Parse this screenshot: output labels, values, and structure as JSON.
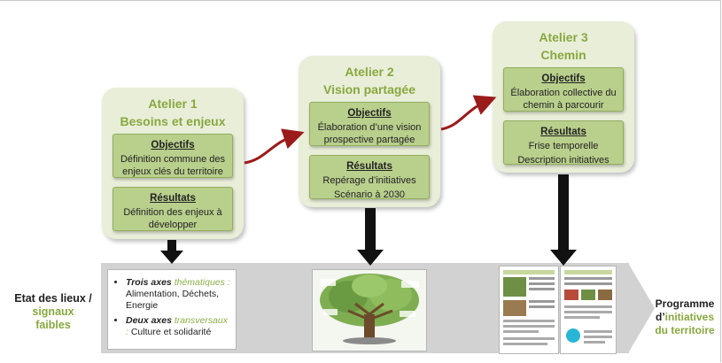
{
  "ateliers": [
    {
      "title1": "Atelier 1",
      "title2": "Besoins et enjeux",
      "obj_title": "Objectifs",
      "obj_text": "Définition commune des enjeux clés du territoire",
      "res_title": "Résultats",
      "res_text": "Définition des enjeux à développer"
    },
    {
      "title1": "Atelier 2",
      "title2": "Vision partagée",
      "obj_title": "Objectifs",
      "obj_text": "Élaboration d’une vision prospective partagée",
      "res_title": "Résultats",
      "res_line1": "Repérage d’initiatives",
      "res_line2": "Scénario à 2030"
    },
    {
      "title1": "Atelier 3",
      "title2": "Chemin",
      "obj_title": "Objectifs",
      "obj_text": "Élaboration collective du chemin à parcourir",
      "res_title": "Résultats",
      "res_line1": "Frise temporelle",
      "res_line2": "Description initiatives"
    }
  ],
  "left_label": {
    "line1": "Etat des lieux /",
    "line2": "signaux",
    "line3": "faibles"
  },
  "right_label": {
    "line1": "Programme",
    "line2_prefix": "d’",
    "line2_green": "initiatives",
    "line3": "du territoire"
  },
  "axes_panel": {
    "item1_bold": "Trois axes",
    "item1_green": "thématiques :",
    "item1_text": "Alimentation, Déchets, Energie",
    "item2_bold": "Deux axes",
    "item2_green": "transversaux :",
    "item2_text": "Culture et solidarité"
  },
  "colors": {
    "accent_green": "#88a83f",
    "box_bg": "#e9eed9",
    "inner_bg": "#b9cf8c",
    "connector_red": "#9b1b1b",
    "band_gray": "#d2d2d2"
  }
}
